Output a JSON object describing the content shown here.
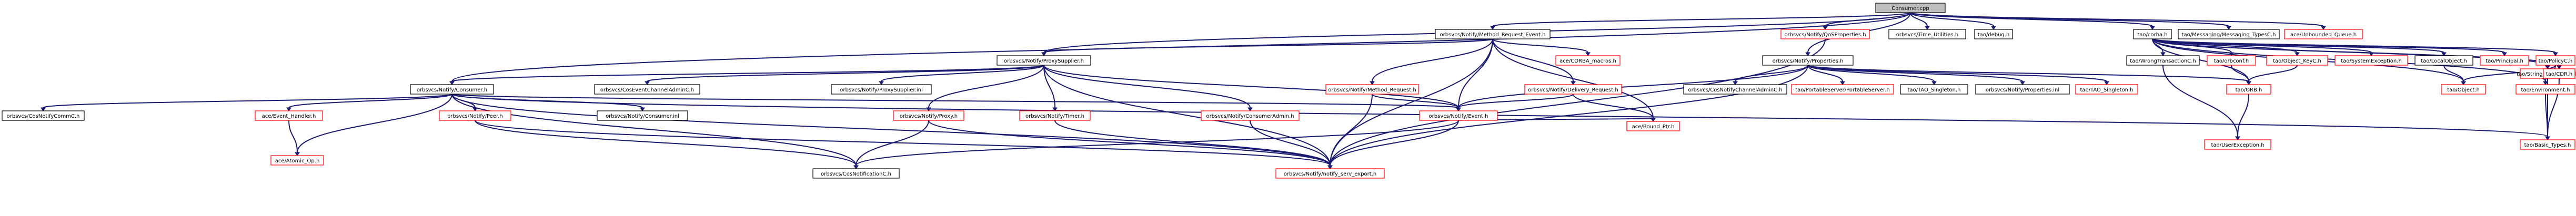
{
  "colors": {
    "edge": "#191970",
    "root_fill": "#bfbfbf",
    "root_border": "#000000",
    "normal_border": "#000000",
    "missing_border": "#ff0000",
    "node_fill": "#ffffff"
  },
  "nodes": [
    {
      "id": "root",
      "label": "Consumer.cpp",
      "kind": "root"
    },
    {
      "id": "mre",
      "label": "orbsvcs/Notify/Method_Request_Event.h",
      "kind": "normal"
    },
    {
      "id": "qosp",
      "label": "orbsvcs/Notify/QoSProperties.h",
      "kind": "missing"
    },
    {
      "id": "timeut",
      "label": "orbsvcs/Time_Utilities.h",
      "kind": "normal"
    },
    {
      "id": "debug",
      "label": "tao/debug.h",
      "kind": "normal"
    },
    {
      "id": "corba",
      "label": "tao/corba.h",
      "kind": "normal"
    },
    {
      "id": "msgtypes",
      "label": "tao/Messaging/Messaging_TypesC.h",
      "kind": "normal"
    },
    {
      "id": "unbq",
      "label": "ace/Unbounded_Queue.h",
      "kind": "missing"
    },
    {
      "id": "proxysup",
      "label": "orbsvcs/Notify/ProxySupplier.h",
      "kind": "normal"
    },
    {
      "id": "cmacros",
      "label": "ace/CORBA_macros.h",
      "kind": "missing"
    },
    {
      "id": "props",
      "label": "orbsvcs/Notify/Properties.h",
      "kind": "normal"
    },
    {
      "id": "consumer",
      "label": "orbsvcs/Notify/Consumer.h",
      "kind": "normal"
    },
    {
      "id": "cosecadmin",
      "label": "orbsvcs/CosEventChannelAdminC.h",
      "kind": "normal"
    },
    {
      "id": "psinl",
      "label": "orbsvcs/Notify/ProxySupplier.inl",
      "kind": "normal"
    },
    {
      "id": "mreq",
      "label": "orbsvcs/Notify/Method_Request.h",
      "kind": "missing"
    },
    {
      "id": "delreq",
      "label": "orbsvcs/Notify/Delivery_Request.h",
      "kind": "missing"
    },
    {
      "id": "wrongtx",
      "label": "tao/WrongTransactionC.h",
      "kind": "normal"
    },
    {
      "id": "orbsafe",
      "label": "tao/orbconf.h",
      "kind": "missing"
    },
    {
      "id": "objkey",
      "label": "tao/Object_KeyC.h",
      "kind": "missing"
    },
    {
      "id": "sysexc",
      "label": "tao/SystemException.h",
      "kind": "missing"
    },
    {
      "id": "localobj",
      "label": "tao/LocalObject.h",
      "kind": "normal"
    },
    {
      "id": "principal",
      "label": "tao/Principal.h",
      "kind": "missing"
    },
    {
      "id": "policyc",
      "label": "tao/PolicyC.h",
      "kind": "missing"
    },
    {
      "id": "strmgr",
      "label": "tao/String_Manager_T.h",
      "kind": "missing"
    },
    {
      "id": "cdr",
      "label": "tao/CDR.h",
      "kind": "missing"
    },
    {
      "id": "coschanadmin",
      "label": "orbsvcs/CosNotifyChannelAdminC.h",
      "kind": "normal"
    },
    {
      "id": "portserv",
      "label": "tao/PortableServer/PortableServer.h",
      "kind": "missing"
    },
    {
      "id": "taosingleton",
      "label": "tao/TAO_Singleton.h",
      "kind": "normal"
    },
    {
      "id": "propsinl",
      "label": "orbsvcs/Notify/Properties.inl",
      "kind": "normal"
    },
    {
      "id": "taosingleton2",
      "label": "tao/TAO_Singleton.h",
      "kind": "missing"
    },
    {
      "id": "orb",
      "label": "tao/ORB.h",
      "kind": "missing"
    },
    {
      "id": "object",
      "label": "tao/Object.h",
      "kind": "missing"
    },
    {
      "id": "environment",
      "label": "tao/Environment.h",
      "kind": "missing"
    },
    {
      "id": "cosnotcomm",
      "label": "orbsvcs/CosNotifyCommC.h",
      "kind": "normal"
    },
    {
      "id": "evhandler",
      "label": "ace/Event_Handler.h",
      "kind": "missing"
    },
    {
      "id": "peer",
      "label": "orbsvcs/Notify/Peer.h",
      "kind": "missing"
    },
    {
      "id": "consumerinl",
      "label": "orbsvcs/Notify/Consumer.inl",
      "kind": "normal"
    },
    {
      "id": "proxy",
      "label": "orbsvcs/Notify/Proxy.h",
      "kind": "missing"
    },
    {
      "id": "timer",
      "label": "orbsvcs/Notify/Timer.h",
      "kind": "missing"
    },
    {
      "id": "consadmin",
      "label": "orbsvcs/Notify/ConsumerAdmin.h",
      "kind": "missing"
    },
    {
      "id": "event",
      "label": "orbsvcs/Notify/Event.h",
      "kind": "missing"
    },
    {
      "id": "boundptr",
      "label": "ace/Bound_Ptr.h",
      "kind": "missing"
    },
    {
      "id": "userexc",
      "label": "tao/UserException.h",
      "kind": "missing"
    },
    {
      "id": "basictypes",
      "label": "tao/Basic_Types.h",
      "kind": "missing"
    },
    {
      "id": "atomic",
      "label": "ace/Atomic_Op.h",
      "kind": "missing"
    },
    {
      "id": "cosnotif",
      "label": "orbsvcs/CosNotificationC.h",
      "kind": "normal"
    },
    {
      "id": "export",
      "label": "orbsvcs/Notify/notify_serv_export.h",
      "kind": "missing"
    }
  ]
}
